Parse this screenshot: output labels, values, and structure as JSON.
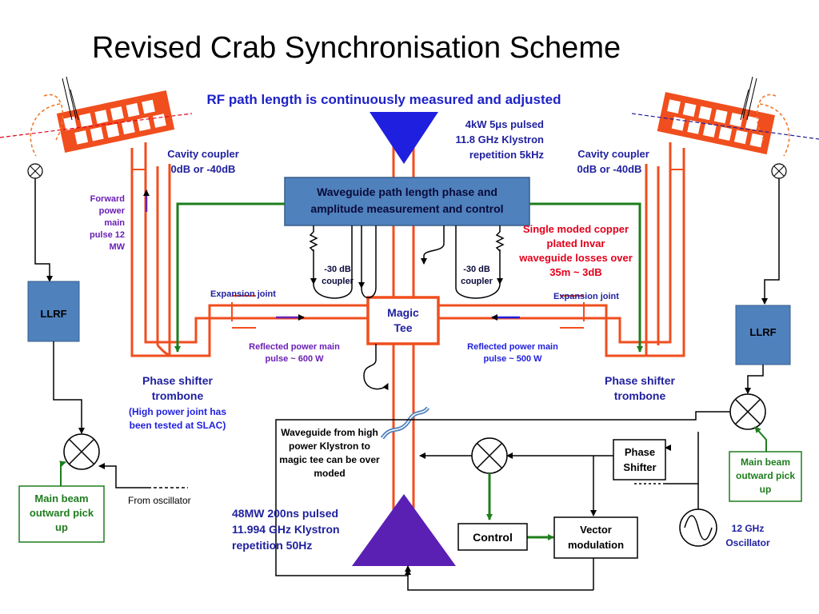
{
  "title": "Revised Crab Synchronisation Scheme",
  "subtitle": "RF path length is continuously measured and adjusted",
  "klystron_top": [
    "4kW  5μs pulsed",
    "11.8 GHz  Klystron",
    "repetition 5kHz"
  ],
  "klystron_bottom": [
    "48MW  200ns pulsed",
    "11.994 GHz  Klystron",
    "repetition 50Hz"
  ],
  "waveguide_box": [
    "Waveguide path length phase and",
    "amplitude measurement and control"
  ],
  "cavity_coupler_left": [
    "Cavity coupler",
    "0dB or -40dB"
  ],
  "cavity_coupler_right": [
    "Cavity coupler",
    "0dB or -40dB"
  ],
  "forward_power": [
    "Forward",
    "power",
    "main",
    "pulse  12",
    "MW"
  ],
  "single_moded": [
    "Single moded copper",
    "plated Invar",
    "waveguide losses over",
    "35m ~ 3dB"
  ],
  "coupler_left": [
    "-30 dB",
    "coupler"
  ],
  "coupler_right": [
    "-30 dB",
    "coupler"
  ],
  "expansion_left": "Expansion joint",
  "expansion_right": "Expansion joint",
  "magic_tee": [
    "Magic",
    "Tee"
  ],
  "reflected_left": [
    "Reflected  power main",
    "pulse ~ 600 W"
  ],
  "reflected_right": [
    "Reflected  power main",
    "pulse ~ 500 W"
  ],
  "phase_trombone_left": [
    "Phase shifter",
    "trombone"
  ],
  "phase_trombone_right": [
    "Phase shifter",
    "trombone"
  ],
  "high_power_joint": [
    "(High power joint has",
    "been tested at SLAC)"
  ],
  "waveguide_note": [
    "Waveguide from high",
    "power Klystron to",
    "magic tee can be over",
    "moded"
  ],
  "llrf_left": "LLRF",
  "llrf_right": "LLRF",
  "main_beam_left": [
    "Main beam",
    "outward pick",
    "up"
  ],
  "main_beam_right": [
    "Main beam",
    "outward pick",
    "up"
  ],
  "from_oscillator": "From oscillator",
  "phase_shifter": [
    "Phase",
    "Shifter"
  ],
  "control": "Control",
  "vector_modulation": [
    "Vector",
    "modulation"
  ],
  "oscillator": [
    "12 GHz",
    "Oscillator"
  ],
  "colors": {
    "orange": "#f04e1e",
    "blue_box": "#4f81bd",
    "blue_box_light": "#6f9fd6",
    "navy_text": "#1f1f9f",
    "subtitle_blue": "#1e22c8",
    "purple": "#6a1fb5",
    "red_text": "#e3001b",
    "green": "#1e7d1e",
    "triangle_blue": "#1f1fe0",
    "triangle_purple": "#5a1fb3"
  }
}
